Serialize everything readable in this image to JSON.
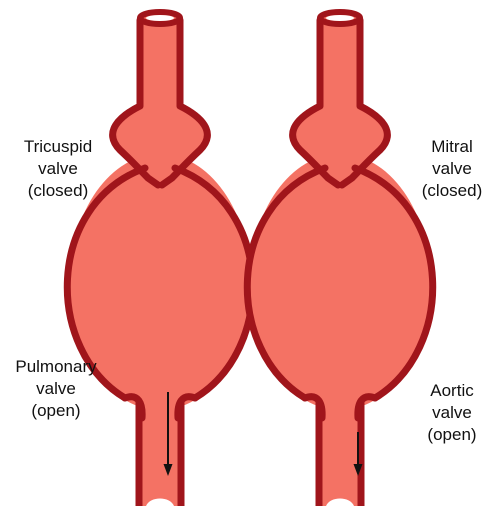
{
  "colors": {
    "fill": "#f47264",
    "outline": "#a0151b",
    "opening": "#ffffff",
    "arrow": "#111111",
    "text": "#111111",
    "background": "#ffffff"
  },
  "chambers": [
    {
      "side": "left",
      "inlet_valve": {
        "name": "Tricuspid",
        "state": "closed"
      },
      "outlet_valve": {
        "name": "Pulmonary",
        "state": "open"
      },
      "flow_arrow": "down"
    },
    {
      "side": "right",
      "inlet_valve": {
        "name": "Mitral",
        "state": "closed"
      },
      "outlet_valve": {
        "name": "Aortic",
        "state": "open"
      },
      "flow_arrow": "down"
    }
  ],
  "labels": {
    "tricuspid": [
      "Tricuspid",
      "valve",
      "(closed)"
    ],
    "mitral": [
      "Mitral",
      "valve",
      "(closed)"
    ],
    "pulmonary": [
      "Pulmonary",
      "valve",
      "(open)"
    ],
    "aortic": [
      "Aortic",
      "valve",
      "(open)"
    ]
  }
}
